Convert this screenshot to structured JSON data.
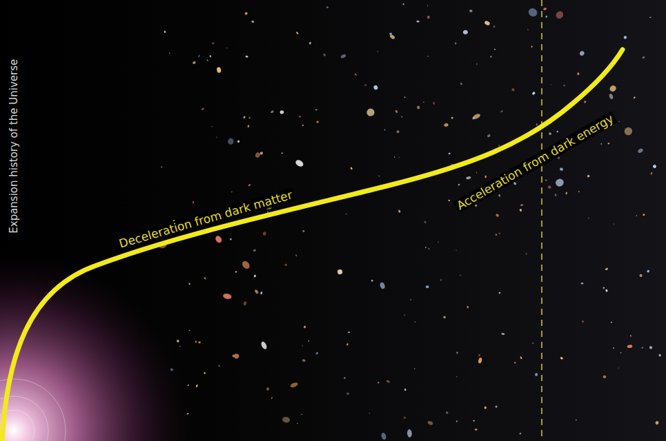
{
  "diagram": {
    "labels": [
      "Expansion history of the Universe",
      "Deceleration from dark matter",
      "Acceleration from dark energy"
    ]
  }
}
